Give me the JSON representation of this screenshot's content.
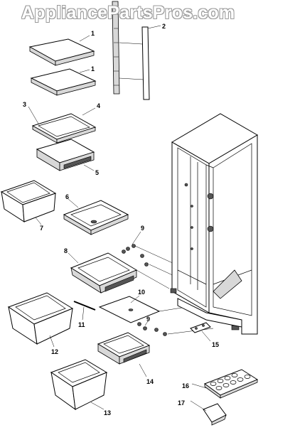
{
  "watermark": "AppliancePartsPros.com",
  "callouts": [
    "1",
    "1",
    "2",
    "3",
    "4",
    "5",
    "6",
    "7",
    "8",
    "9",
    "9",
    "10",
    "11",
    "12",
    "13",
    "14",
    "15",
    "16",
    "17"
  ]
}
